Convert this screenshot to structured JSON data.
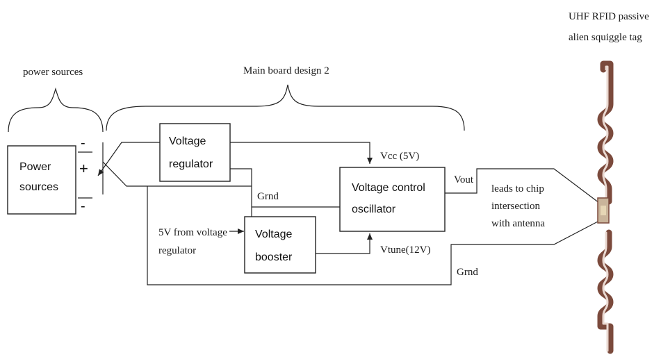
{
  "labels": {
    "power_sources_caption": "power sources",
    "main_board_caption": "Main board design 2",
    "tag_caption_line1": "UHF RFID passive",
    "tag_caption_line2": "alien squiggle tag"
  },
  "blocks": {
    "power_sources_line1": "Power",
    "power_sources_line2": "sources",
    "voltage_regulator_line1": "Voltage",
    "voltage_regulator_line2": "regulator",
    "voltage_booster_line1": "Voltage",
    "voltage_booster_line2": "booster",
    "vco_line1": "Voltage control",
    "vco_line2": "oscillator"
  },
  "battery_symbols": {
    "minus_top": "-",
    "plus": "+",
    "minus_bottom": "-"
  },
  "signals": {
    "vcc": "Vcc (5V)",
    "vout": "Vout",
    "grnd_mid": "Grnd",
    "grnd_bottom": "Grnd",
    "vtune": "Vtune(12V)",
    "from_regulator_line1": "5V from voltage",
    "from_regulator_line2": "regulator",
    "leads_line1": "leads to chip",
    "leads_line2": "intersection",
    "leads_line3": "with antenna"
  },
  "colors": {
    "line": "#222222",
    "tag_trace": "#7b4a3c",
    "tag_inner": "#e9d8d0",
    "background": "#ffffff"
  }
}
